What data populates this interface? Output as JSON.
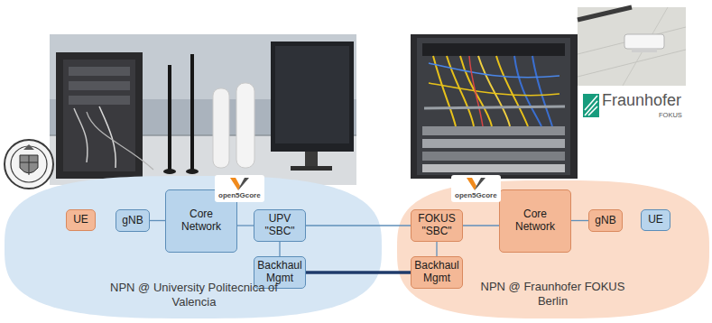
{
  "diagram": {
    "nodes": [
      {
        "text": [
          "NPN @ University Politecnica of Valencia"
        ]
      },
      {
        "text": [
          "UE"
        ],
        "in": 0
      },
      {
        "text": [
          "gNB"
        ],
        "in": 0
      },
      {
        "text": [
          "Core Network"
        ],
        "in": 0
      },
      {
        "text": [
          "UPV \"SBC\""
        ],
        "in": 0
      },
      {
        "text": [
          "Backhaul Mgmt"
        ],
        "in": 0
      },
      {
        "text": [
          "NPN @ Fraunhofer FOKUS Berlin"
        ]
      },
      {
        "text": [
          "FOKUS \"SBC\""
        ],
        "in": 6
      },
      {
        "text": [
          "Backhaul Mgmt"
        ],
        "in": 6
      },
      {
        "text": [
          "Core Network"
        ],
        "in": 6
      },
      {
        "text": [
          "gNB"
        ],
        "in": 6
      },
      {
        "text": [
          "UE"
        ],
        "in": 6
      }
    ],
    "edges": [
      {
        "from": 2,
        "to": 3,
        "arrow": "none"
      },
      {
        "from": 3,
        "to": 4,
        "arrow": "none"
      },
      {
        "from": 4,
        "to": 5,
        "arrow": "none"
      },
      {
        "from": 4,
        "to": 7,
        "arrow": "none"
      },
      {
        "from": 5,
        "to": 8,
        "arrow": "none"
      },
      {
        "from": 7,
        "to": 9,
        "arrow": "none"
      },
      {
        "from": 7,
        "to": 8,
        "arrow": "none"
      },
      {
        "from": 9,
        "to": 10,
        "arrow": "none"
      }
    ],
    "labels": [
      "open5Gcore",
      "open5Gcore",
      "Fraunhofer",
      "FOKUS"
    ]
  }
}
